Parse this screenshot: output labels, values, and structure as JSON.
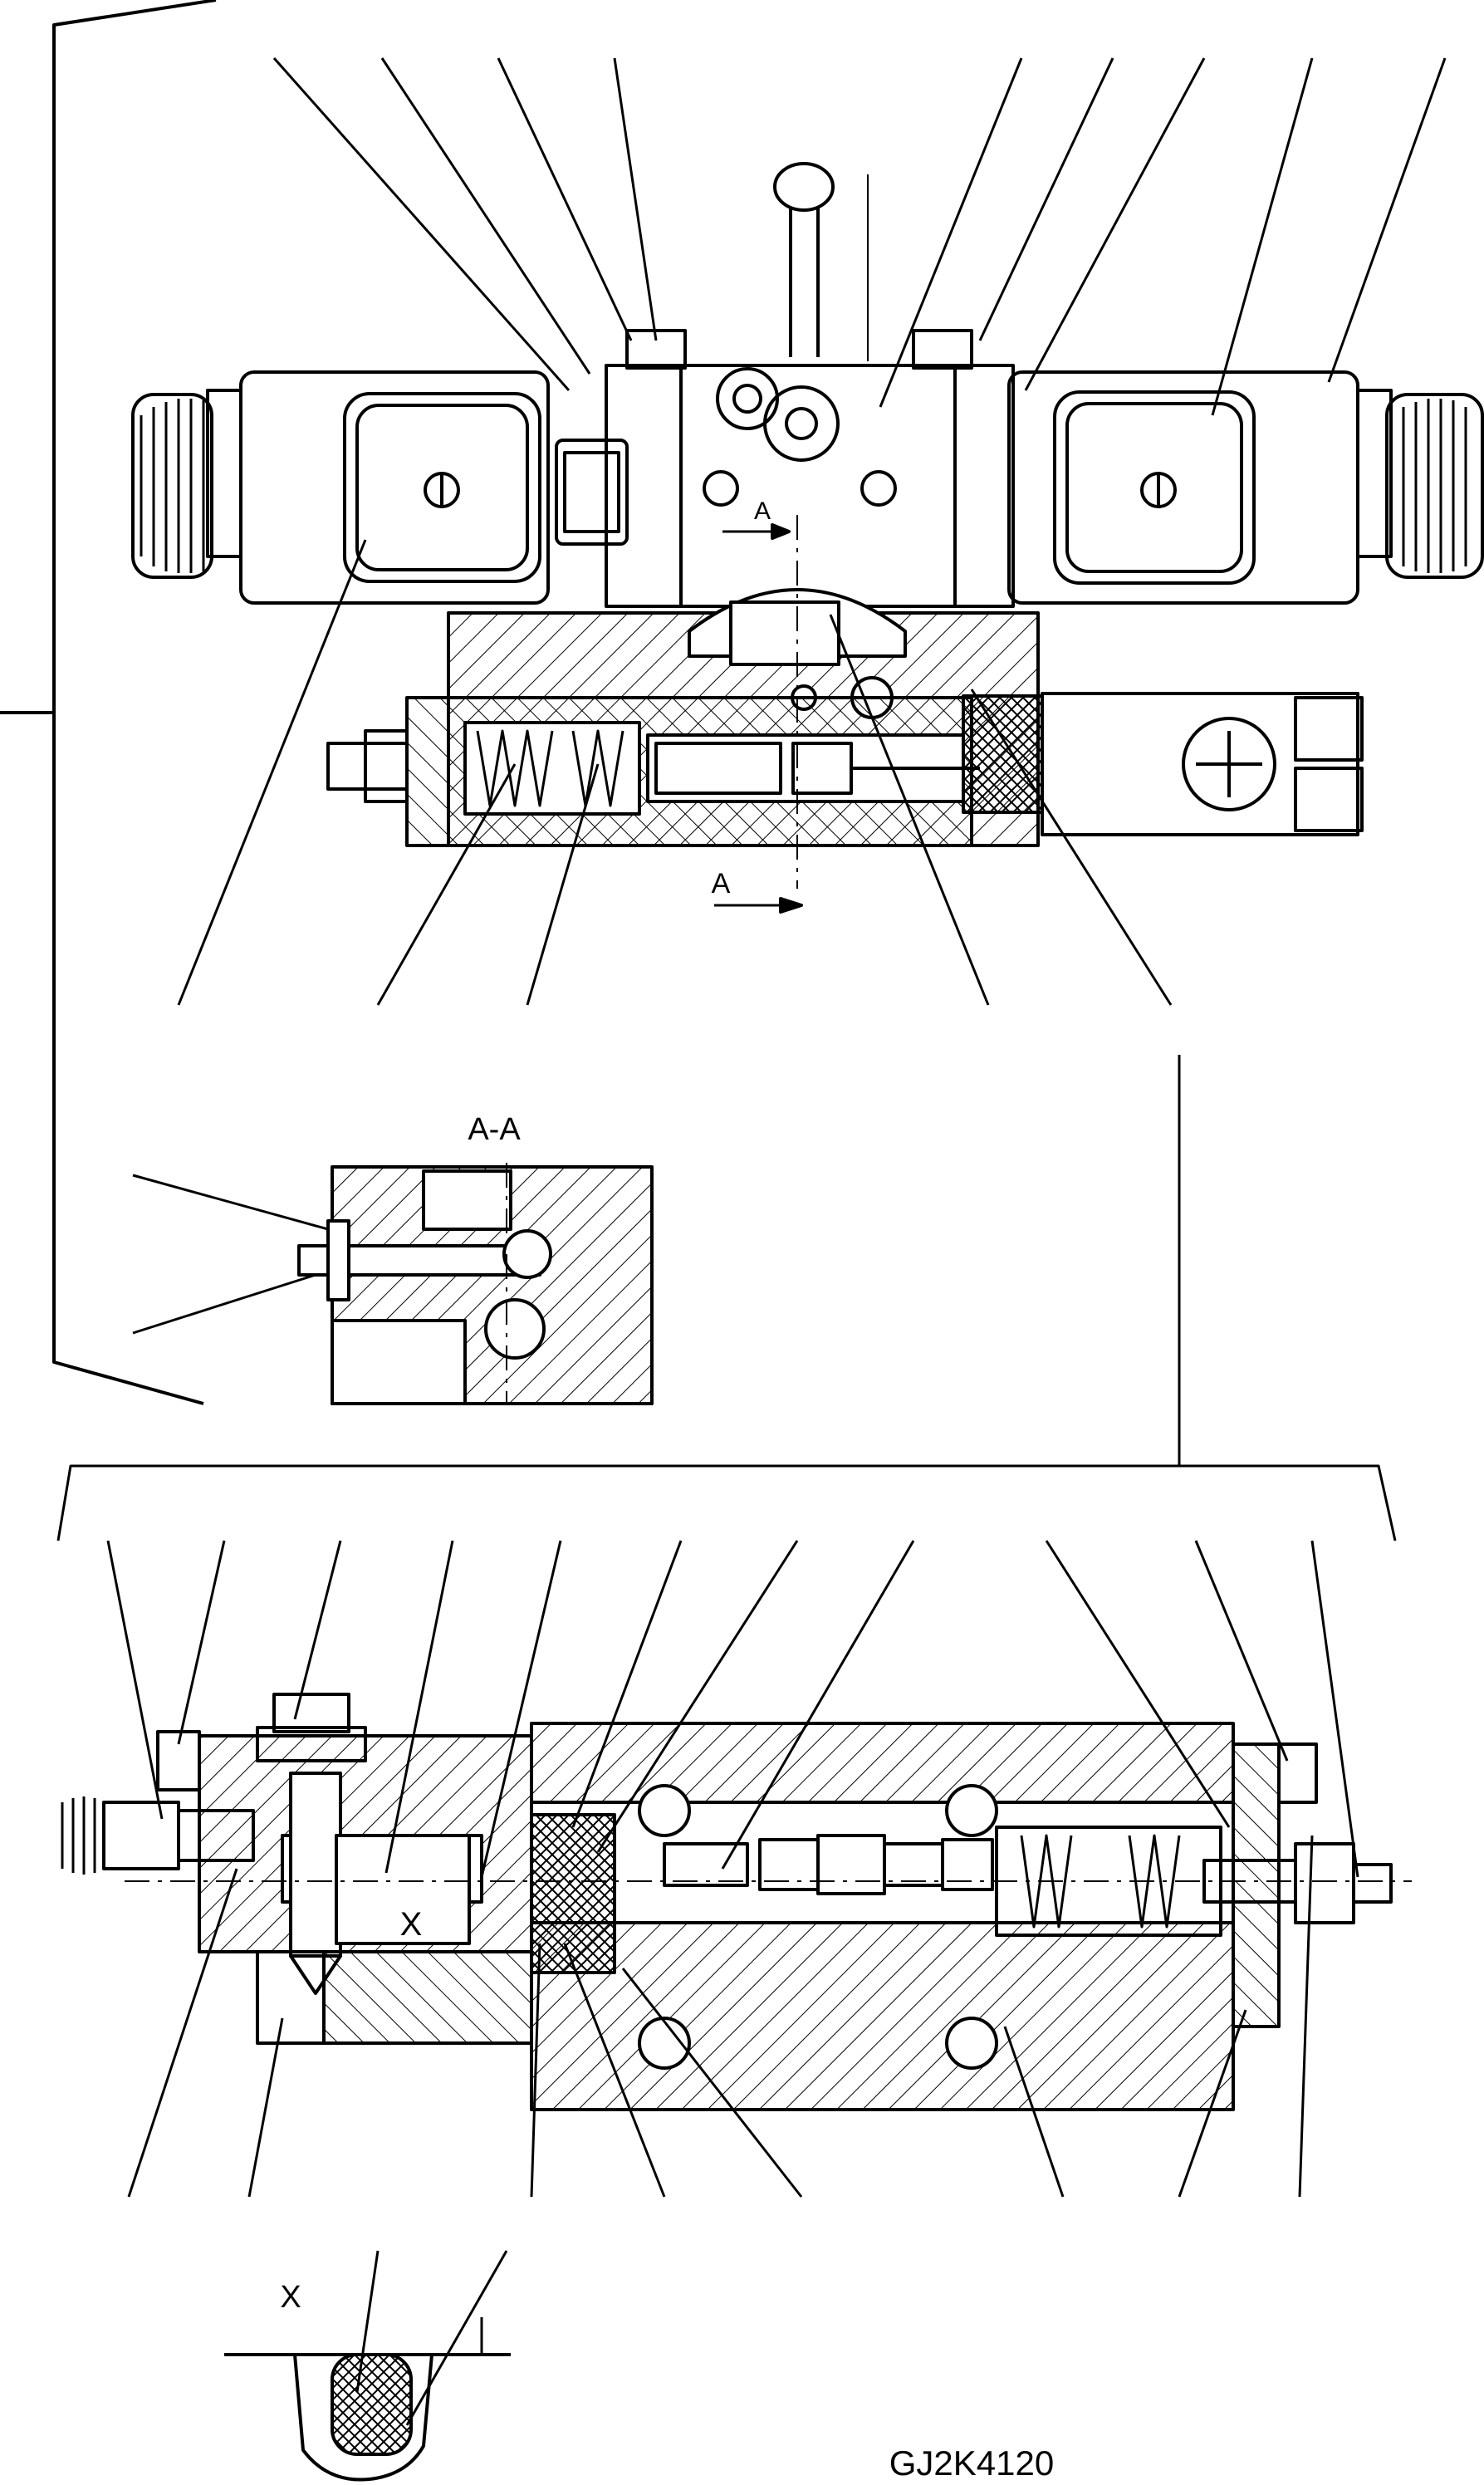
{
  "drawing": {
    "section_label": "A-A",
    "detail_label": "X",
    "detail_marker": "X",
    "section_arrow_top": "A",
    "section_arrow_bottom": "A",
    "figure_id": "GJ2K4120"
  },
  "colors": {
    "ink": "#000000",
    "paper": "#ffffff"
  }
}
